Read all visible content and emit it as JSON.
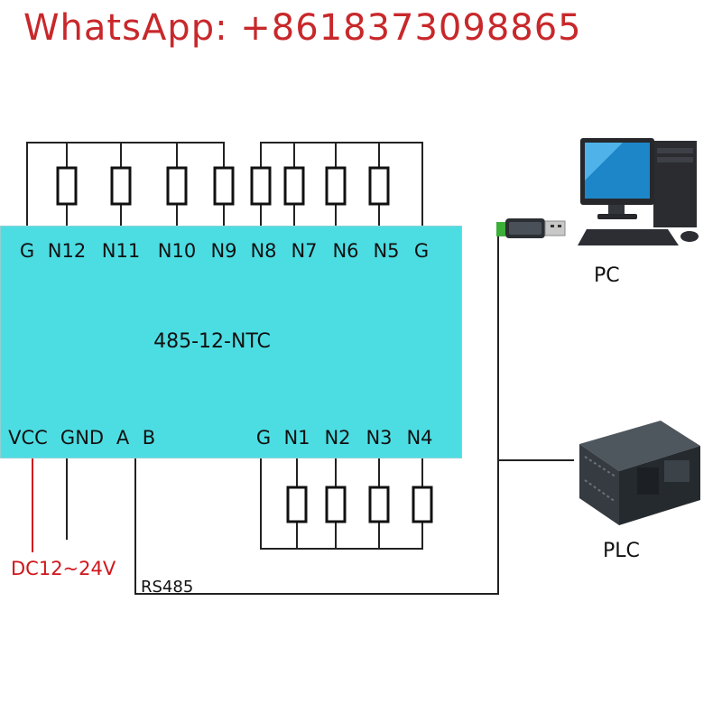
{
  "watermark": "WhatsApp: +8618373098865",
  "module": {
    "name": "485-12-NTC",
    "top_pins": [
      "G",
      "N12",
      "N11",
      "N10",
      "N9",
      "N8",
      "N7",
      "N6",
      "N5",
      "G"
    ],
    "bottom_pins": [
      "VCC",
      "GND",
      "A",
      "B",
      "G",
      "N1",
      "N2",
      "N3",
      "N4"
    ]
  },
  "labels": {
    "power": "DC12~24V",
    "bus": "RS485",
    "pc": "PC",
    "plc": "PLC"
  },
  "devices": {
    "pc": "computer-icon",
    "adapter": "usb-rs485-adapter-icon",
    "plc": "plc-icon"
  },
  "colors": {
    "module": "#4cdde3",
    "power_wire": "#d0161b",
    "watermark": "#c8282b"
  }
}
